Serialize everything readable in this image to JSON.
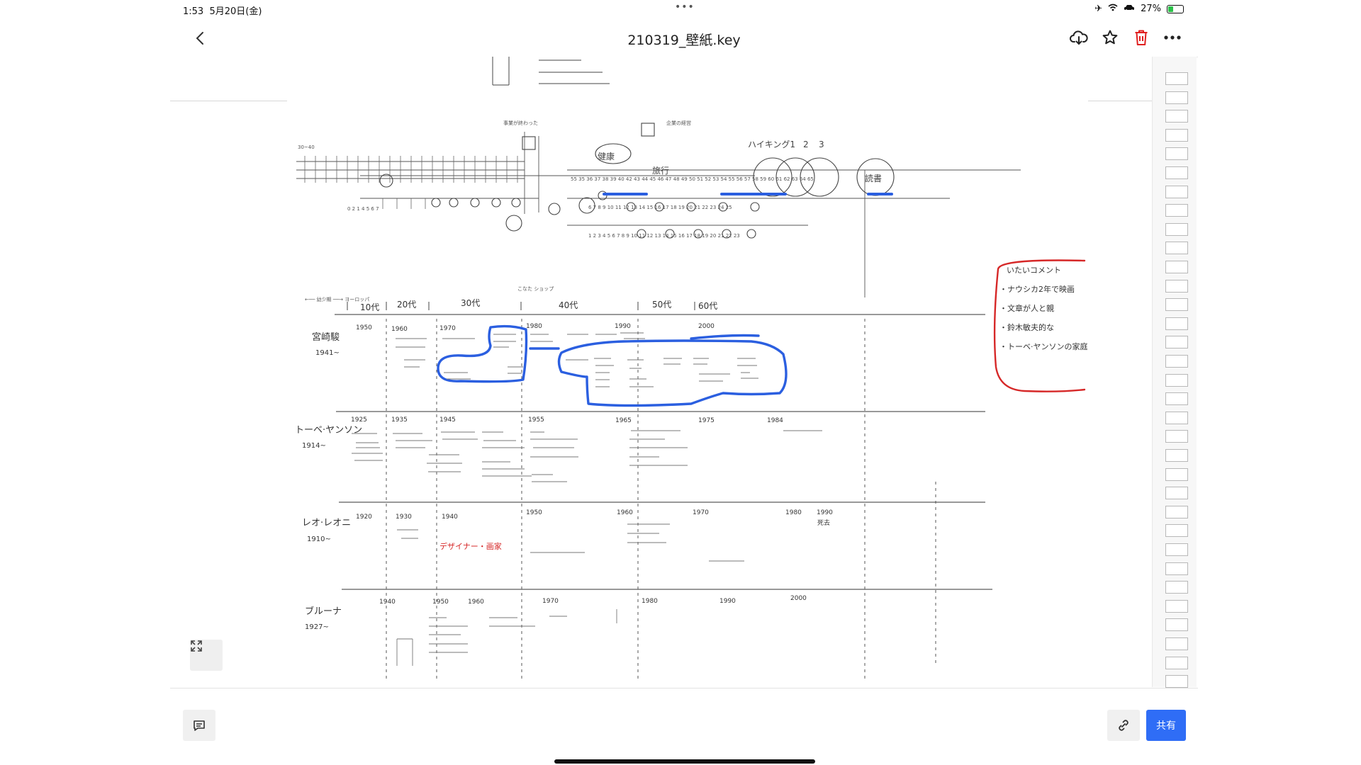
{
  "status": {
    "time": "1:53",
    "date": "5月20日(金)",
    "battery": "27%"
  },
  "header": {
    "title": "210319_壁紙.key"
  },
  "slide": {
    "decades": [
      "10代",
      "20代",
      "30代",
      "40代",
      "50代",
      "60代"
    ],
    "comment_box": {
      "title": "いたいコメント",
      "lines": [
        "・ナウシカ2年で映画",
        "・文章が人と親",
        "・鈴木敏夫的な",
        "・トーベ·ヤンソンの家庭"
      ]
    },
    "people": [
      {
        "name": "宮崎駿",
        "born": "1941~",
        "years": [
          "1950",
          "1960",
          "1970",
          "1980",
          "1990",
          "2000"
        ]
      },
      {
        "name": "トーベ·ヤンソン",
        "born": "1914~",
        "years": [
          "1925",
          "1935",
          "1945",
          "1955",
          "1965",
          "1975",
          "1984"
        ]
      },
      {
        "name": "レオ·レオニ",
        "born": "1910~",
        "years": [
          "1920",
          "1930",
          "1940",
          "1950",
          "1960",
          "1970",
          "1980",
          "1990"
        ]
      },
      {
        "name": "ブルーナ",
        "born": "1927~",
        "years": [
          "1940",
          "1950",
          "1960",
          "1970",
          "1980",
          "1990",
          "2000"
        ]
      }
    ],
    "top_labels": [
      "健康",
      "旅行",
      "ハイキング1",
      "2",
      "3",
      "読書"
    ],
    "red_note": "デザイナー・画家",
    "death_label": "死去"
  },
  "toolbar": {
    "share_label": "共有"
  },
  "colors": {
    "accent": "#2f6df6",
    "marker_blue": "#2b5fe0",
    "marker_red": "#d62828",
    "ink": "#333333"
  }
}
